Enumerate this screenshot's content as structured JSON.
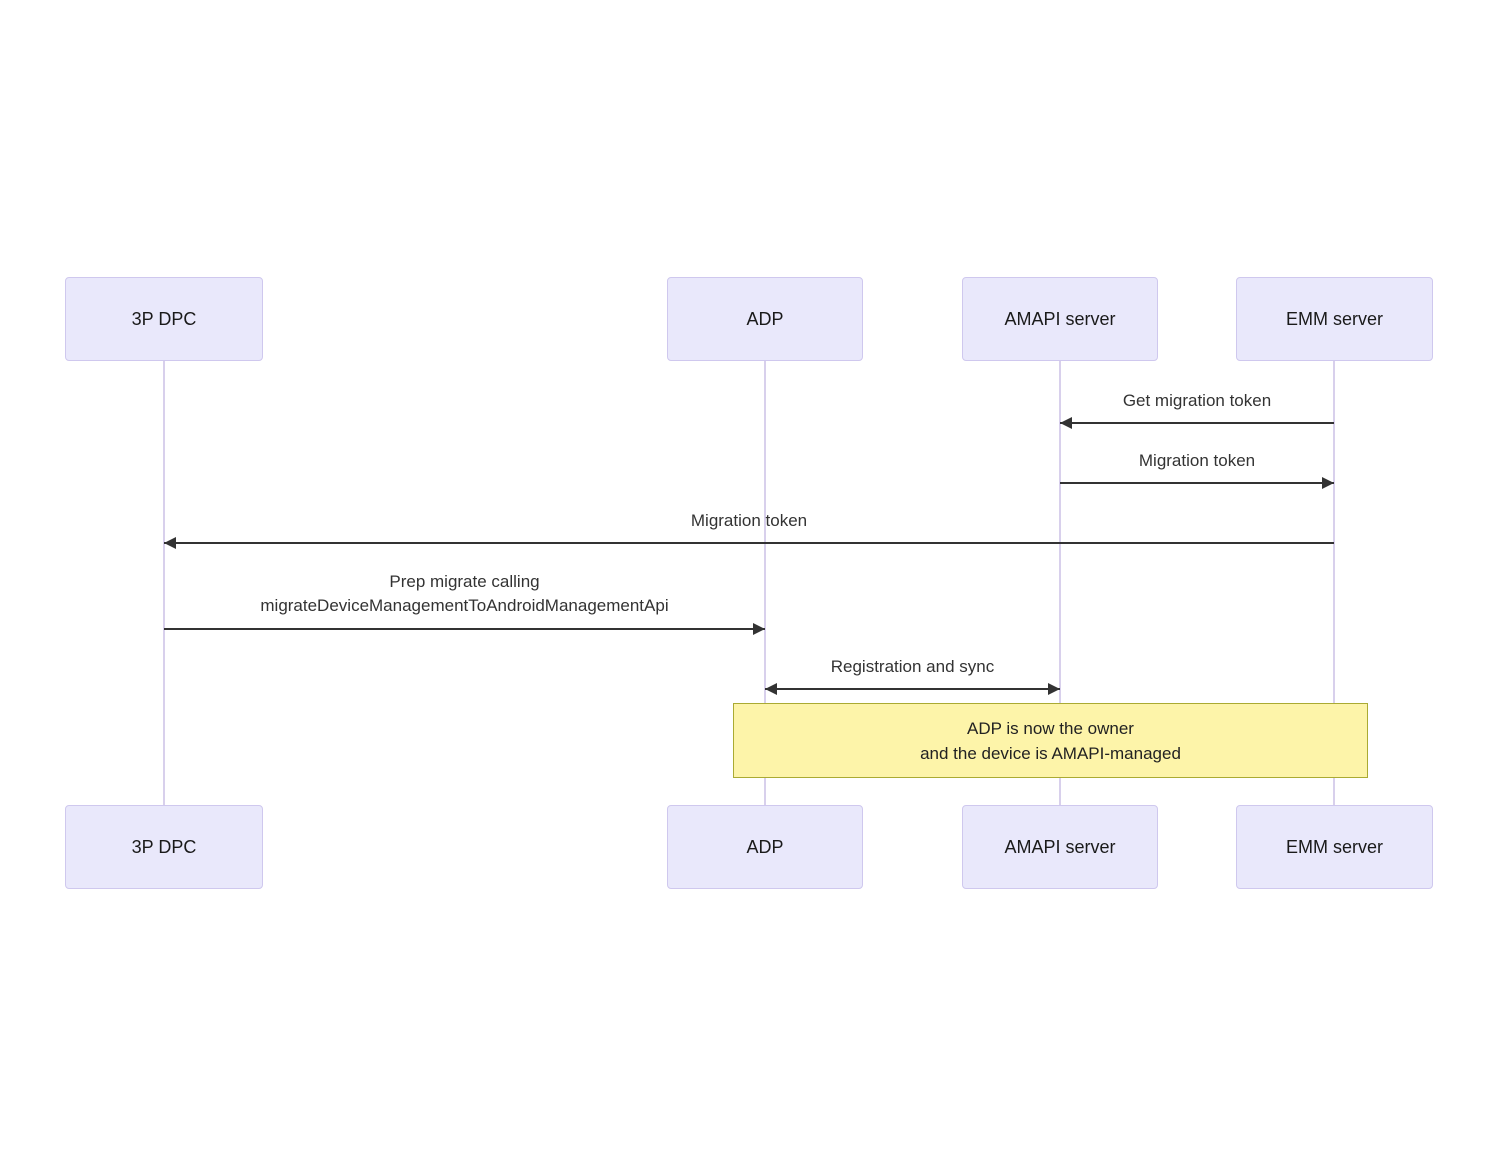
{
  "diagram_type": "sequence-diagram",
  "colors": {
    "actor-fill": "#e9e8fb",
    "actor-border": "#cfc8ee",
    "lifeline": "#d8d0ec",
    "arrow": "#333333",
    "text": "#333333",
    "note-fill": "#fdf4a9",
    "note-border": "#aaaa33",
    "bg": "#ffffff"
  },
  "actors": [
    {
      "label": "3P DPC"
    },
    {
      "label": "ADP"
    },
    {
      "label": "AMAPI server"
    },
    {
      "label": "EMM server"
    }
  ],
  "messages": [
    {
      "label": "Get migration token",
      "from": "EMM server",
      "to": "AMAPI server",
      "direction": "left",
      "arrow": "solid-filled"
    },
    {
      "label": "Migration token",
      "from": "AMAPI server",
      "to": "EMM server",
      "direction": "right",
      "arrow": "solid-filled"
    },
    {
      "label": "Migration token",
      "from": "EMM server",
      "to": "3P DPC",
      "direction": "left",
      "arrow": "solid-filled"
    },
    {
      "lines": [
        "Prep migrate calling",
        "migrateDeviceManagementToAndroidManagementApi"
      ],
      "from": "3P DPC",
      "to": "ADP",
      "direction": "right",
      "arrow": "solid-filled"
    },
    {
      "label": "Registration and sync",
      "from": "ADP",
      "to": "AMAPI server",
      "direction": "both",
      "arrow": "solid-filled-both"
    }
  ],
  "note": {
    "lines": [
      "ADP is now the owner",
      "and the device is AMAPI-managed"
    ],
    "over": [
      "ADP",
      "EMM server"
    ]
  }
}
